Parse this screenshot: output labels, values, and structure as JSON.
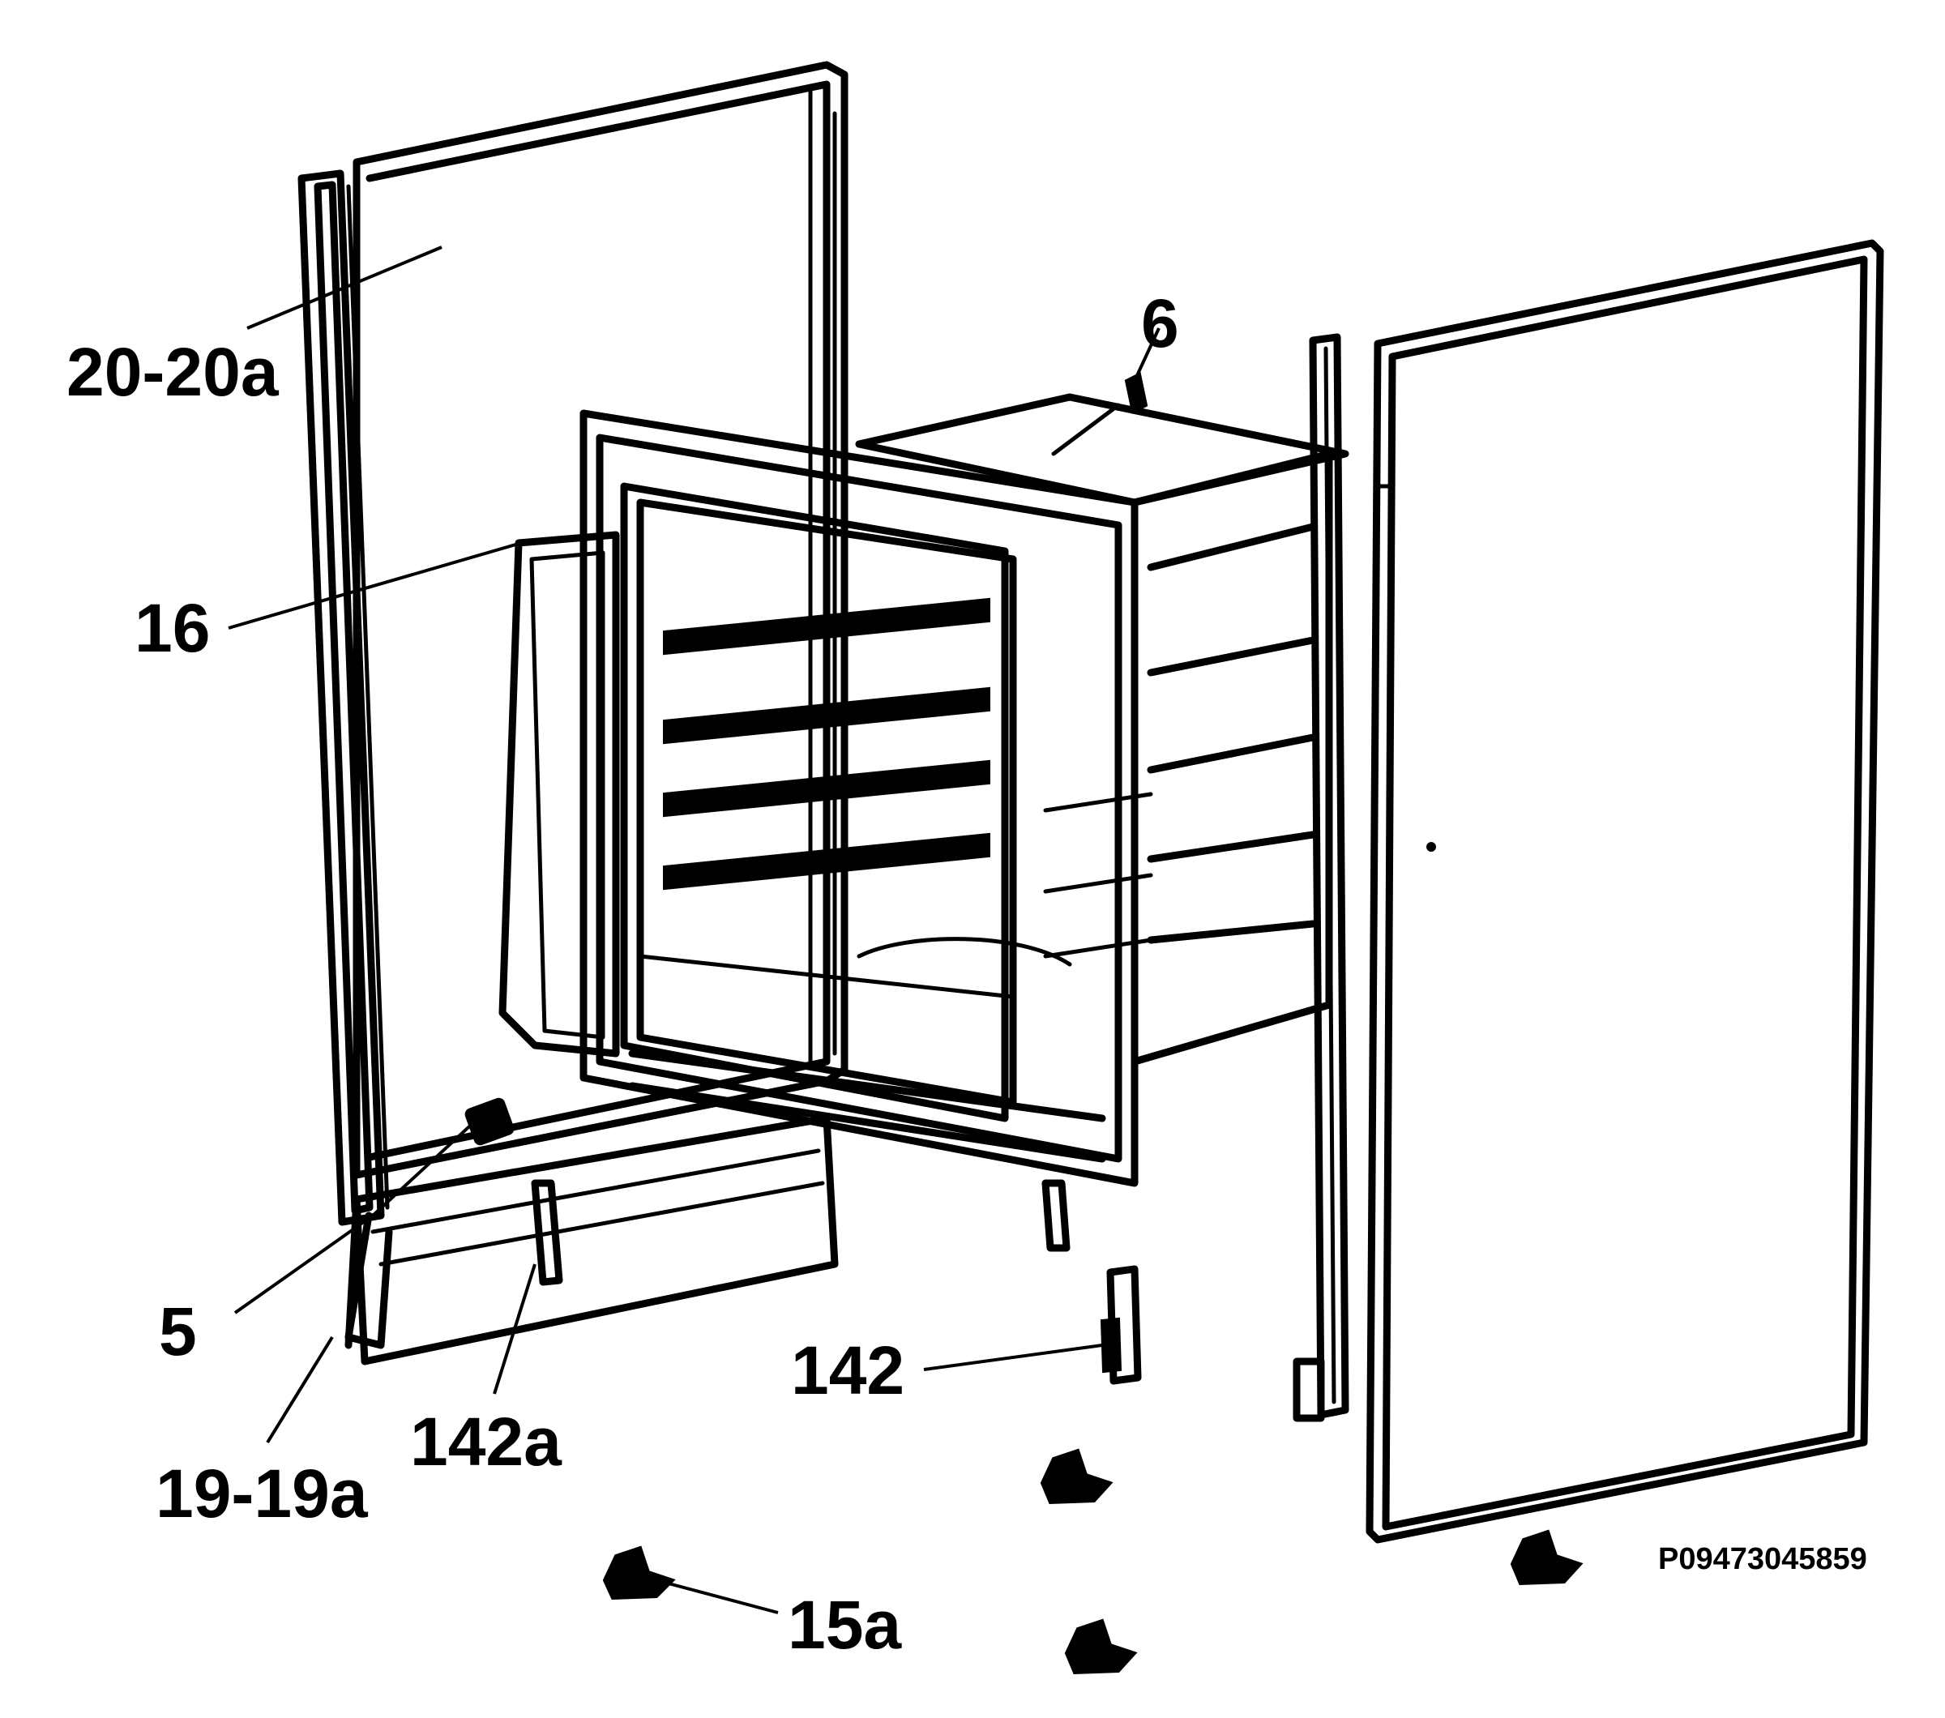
{
  "labels": {
    "l20": "20-20a",
    "l6": "6",
    "l16": "16",
    "l5": "5",
    "l19": "19-19a",
    "l142a": "142a",
    "l142": "142",
    "l15a": "15a"
  },
  "code": "P09473045859"
}
